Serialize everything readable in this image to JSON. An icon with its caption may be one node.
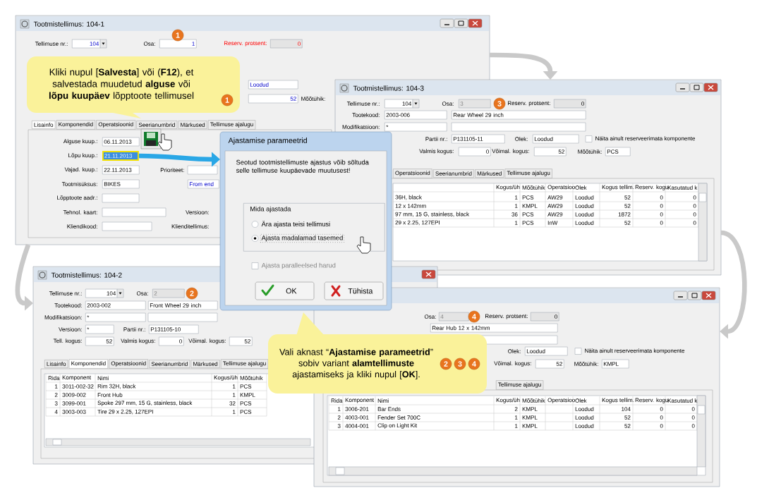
{
  "diagram": {
    "nodes": [
      {
        "text": [
          "Tootmistellimus: 104-1"
        ]
      },
      {
        "text": [
          "21.11.2013"
        ],
        "in": 0
      },
      {
        "text": [
          "Tootmistellimus: 104-3"
        ]
      },
      {
        "text": [
          "Tootmistellimus: 104-2"
        ]
      },
      {
        "text": [],
        "shape": "box"
      },
      {
        "text": [
          "Ajastamise parameetrid",
          "Seotud tootmistellimuste ajastus võib sõltuda selle tellimuse kuupäevade muutusest!"
        ]
      },
      {
        "text": [
          "Mida ajastada"
        ],
        "in": 5
      },
      {
        "text": [
          "OK"
        ]
      },
      {
        "text": [
          "Tühista"
        ]
      },
      {
        "text": [
          "Kliki nupul [**Salvesta**] või (**F12**), et salvestada muudetud **alguse** või **lõpu kuupäev** lõpptoote tellimusel"
        ],
        "in": 0
      },
      {
        "text": [
          "Vali aknast “**Ajastamise parameetrid**” sobiv variant **alamtellimuste** ajastamiseks ja kliki nupul [**OK**]."
        ]
      }
    ],
    "edges": [
      {
        "from": 0,
        "to": 2,
        "arrow": "to"
      },
      {
        "from": 0,
        "to": 3,
        "arrow": "to"
      },
      {
        "from": 2,
        "to": 4,
        "arrow": "to"
      },
      {
        "from": 1,
        "to": 5,
        "arrow": "to",
        "color": "#2aa7e6"
      }
    ],
    "labels": [
      "Tellimuse nr.:",
      "104",
      "Osa:",
      "1",
      "1",
      "Reserv. protsent:",
      "0",
      "Loodud",
      "52",
      "Mõõtühik:",
      "Lisainfo",
      "Komponendid",
      "Operatsioonid",
      "Seerianumbrid",
      "Märkused",
      "Tellimuse ajalugu",
      "Alguse kuup.:",
      "06.11.2013",
      "Lõpu kuup.:",
      "Vajad. kuup.:",
      "22.11.2013",
      "Prioriteet:",
      "Tootmisüksus:",
      "BIKES",
      "From end",
      "Lõpptoote aadr.:",
      "Tehnol. kaart:",
      "Versioon:",
      "Kliendikood:",
      "Klienditellimus:",
      "Tellimuse nr.:",
      "104",
      "Osa:",
      "3",
      "3",
      "Reserv. protsent:",
      "0",
      "Tootekood:",
      "2003-006",
      "Rear Wheel 29 inch",
      "Modifikatsioon:",
      "*",
      "Partii nr.:",
      "P131105-11",
      "Olek:",
      "Loodud",
      "Näita ainult reserveerimata komponente",
      "Valmis kogus:",
      "0",
      "Võimal. kogus:",
      "52",
      "Mõõtühik:",
      "PCS",
      "Operatsioonid",
      "Seerianumbrid",
      "Märkused",
      "Tellimuse ajalugu",
      "Kogus/üh",
      "Mõõtühik",
      "Operatsioo",
      "Olek",
      "Kogus tellim.",
      "Reserv. kogu",
      "Kasutatud k",
      "36H, black",
      "1",
      "PCS",
      "AW29",
      "Loodud",
      "52",
      "0",
      "0",
      "12 x 142mm",
      "1",
      "KMPL",
      "AW29",
      "Loodud",
      "52",
      "0",
      "0",
      "97 mm, 15 G, stainless, black",
      "36",
      "PCS",
      "AW29",
      "Loodud",
      "1872",
      "0",
      "0",
      "29 x 2.25, 127EPI",
      "1",
      "PCS",
      "InW",
      "Loodud",
      "52",
      "0",
      "0",
      "Tellimuse nr.:",
      "104",
      "Osa:",
      "2",
      "2",
      "Tootekood:",
      "2003-002",
      "Front Wheel 29 inch",
      "Modifikatsioon:",
      "*",
      "Versioon:",
      "*",
      "Partii nr.:",
      "P131105-10",
      "Tell. kogus:",
      "52",
      "Valmis kogus:",
      "0",
      "Võimal. kogus:",
      "52",
      "Lisainfo",
      "Komponendid",
      "Operatsioonid",
      "Seerianumbrid",
      "Märkused",
      "Tellimuse ajalugu",
      "Rida",
      "Komponent",
      "Nimi",
      "Kogus/üh",
      "Mõõtühik",
      "1",
      "3011-002-32",
      "Rim 32H, black",
      "1",
      "PCS",
      "2",
      "3009-002",
      "Front Hub",
      "1",
      "KMPL",
      "3",
      "3099-001",
      "Spoke 297 mm, 15 G, stainless, black",
      "32",
      "PCS",
      "4",
      "3003-003",
      "Tire 29 x 2.25, 127EPI",
      "1",
      "PCS",
      "Osa:",
      "4",
      "4",
      "Reserv. protsent:",
      "0",
      "Rear Hub 12 x 142mm",
      "Olek:",
      "Loodud",
      "Näita ainult reserveerimata komponente",
      "Võimal. kogus:",
      "52",
      "Mõõtühik:",
      "KMPL",
      "Tellimuse ajalugu",
      "Rida",
      "Komponent",
      "Nimi",
      "Kogus/üh",
      "Mõõtühik",
      "Operatsioo",
      "Olek",
      "Kogus tellim.",
      "Reserv. kogu",
      "Kasutatud k",
      "1",
      "3006-201",
      "Bar Ends",
      "2",
      "KMPL",
      "Loodud",
      "104",
      "0",
      "0",
      "2",
      "4003-001",
      "Fender Set 700C",
      "1",
      "KMPL",
      "Loodud",
      "52",
      "0",
      "0",
      "3",
      "4004-001",
      "Clip on Light Kit",
      "1",
      "KMPL",
      "Loodud",
      "52",
      "0",
      "0",
      "Ära ajasta teisi tellimusi",
      "Ajasta madalamad tasemed",
      "Ajasta paralleelsed harud",
      "1",
      "2",
      "3",
      "4"
    ]
  }
}
